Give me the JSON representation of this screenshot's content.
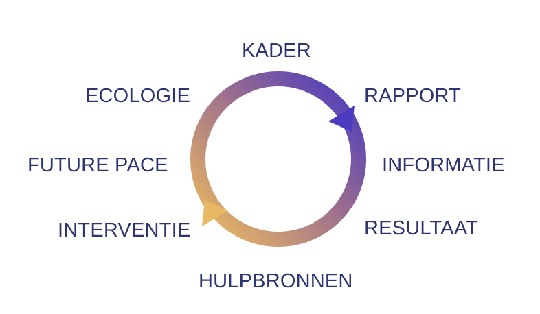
{
  "diagram": {
    "colors": {
      "label": "#2c3570",
      "ring_start": "#e9b863",
      "ring_end": "#4a3bbf"
    },
    "steps": [
      {
        "id": "kader",
        "label": "KADER"
      },
      {
        "id": "rapport",
        "label": "RAPPORT"
      },
      {
        "id": "informatie",
        "label": "INFORMATIE"
      },
      {
        "id": "resultaat",
        "label": "RESULTAAT"
      },
      {
        "id": "hulpbronnen",
        "label": "HULPBRONNEN"
      },
      {
        "id": "interventie",
        "label": "INTERVENTIE"
      },
      {
        "id": "future-pace",
        "label": "FUTURE PACE"
      },
      {
        "id": "ecologie",
        "label": "ECOLOGIE"
      }
    ]
  }
}
